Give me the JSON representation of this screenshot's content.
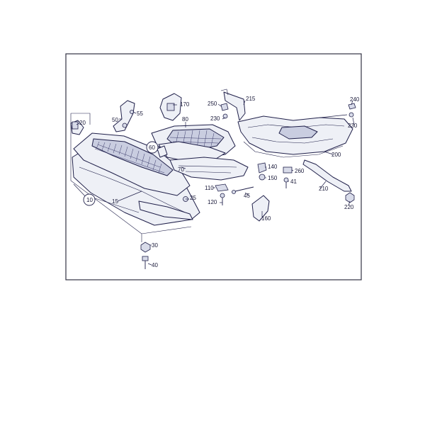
{
  "callouts": {
    "c10": "10",
    "c15": "15",
    "c20": "20",
    "c25": "25",
    "c30": "30",
    "c40": "40",
    "c45": "45",
    "c50": "50",
    "c55": "55",
    "c60": "60",
    "c70": "70",
    "c80": "80",
    "c110": "110",
    "c120": "120",
    "c140": "140",
    "c150": "150",
    "c160": "160",
    "c170": "170",
    "c200": "200",
    "c210": "210",
    "c215": "215",
    "c220": "220",
    "c230a": "230",
    "c230b": "230",
    "c240": "240",
    "c250": "250",
    "c260": "260",
    "c41": "41"
  }
}
